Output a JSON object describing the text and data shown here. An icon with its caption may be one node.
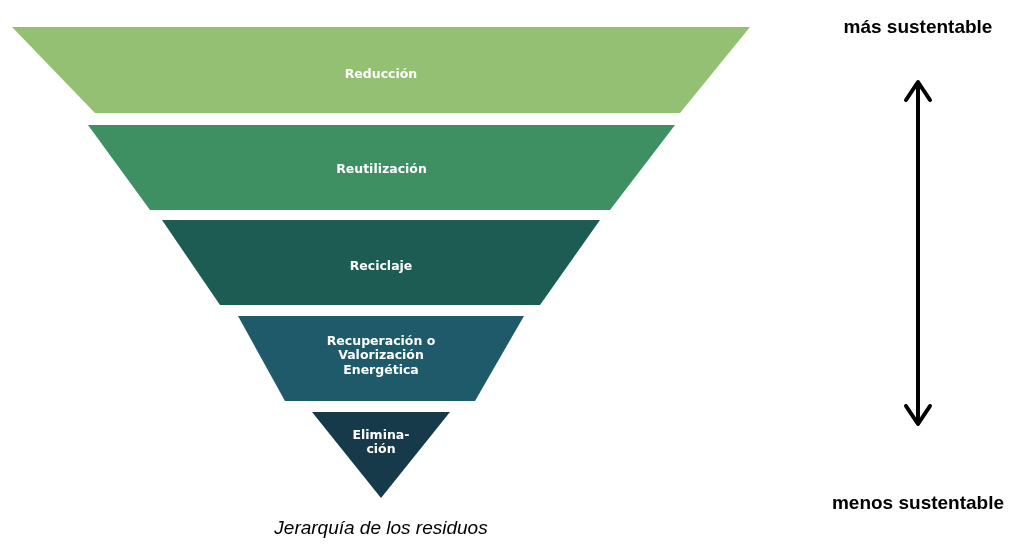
{
  "diagram": {
    "caption": "Jerarquía de los residuos",
    "nodes": [
      {
        "text": [
          "Reducción"
        ]
      },
      {
        "text": [
          "Reutilización"
        ]
      },
      {
        "text": [
          "Reciclaje"
        ]
      },
      {
        "text": [
          "Recuperación o Valorización Energética"
        ]
      },
      {
        "text": [
          "Elimina- ción"
        ]
      }
    ],
    "labels": [
      "más sustentable",
      "menos sustentable"
    ]
  }
}
